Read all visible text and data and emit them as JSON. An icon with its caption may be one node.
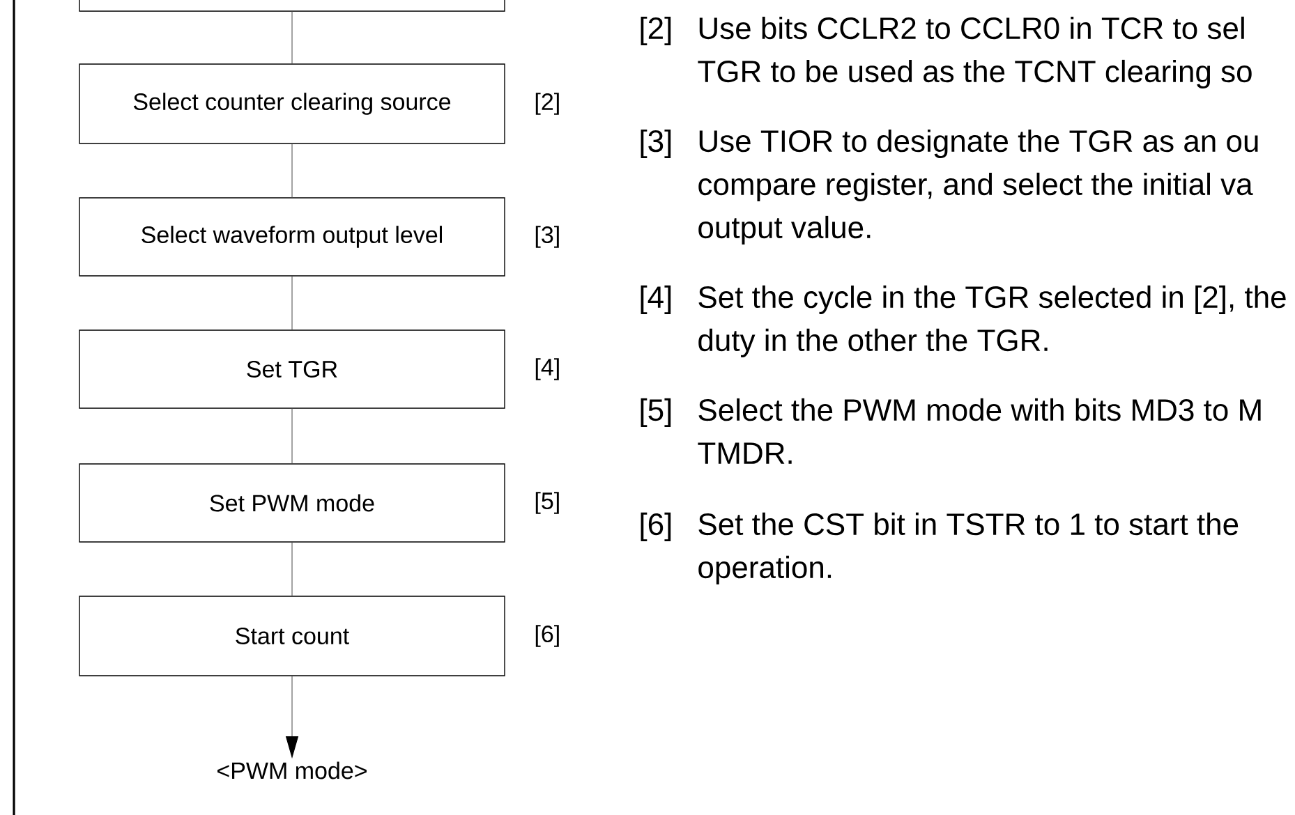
{
  "diagram": {
    "nodes": [
      {
        "text": [],
        "shape": "box"
      },
      {
        "text": [
          "Select counter clearing source"
        ],
        "beside": [
          "[2]"
        ]
      },
      {
        "text": [
          "Select waveform output level"
        ],
        "beside": [
          "[3]"
        ]
      },
      {
        "text": [
          "Set TGR"
        ],
        "beside": [
          "[4]"
        ]
      },
      {
        "text": [
          "Set PWM mode"
        ],
        "beside": [
          "[5]"
        ]
      },
      {
        "text": [
          "Start count"
        ],
        "beside": [
          "[6]"
        ]
      },
      {
        "text": [
          "<PWM mode>"
        ]
      }
    ],
    "edges": [
      {
        "from": 0,
        "to": 1,
        "arrow": "none"
      },
      {
        "from": 1,
        "to": 2,
        "arrow": "none"
      },
      {
        "from": 2,
        "to": 3,
        "arrow": "none"
      },
      {
        "from": 3,
        "to": 4,
        "arrow": "none"
      },
      {
        "from": 4,
        "to": 5,
        "arrow": "none"
      },
      {
        "from": 5,
        "to": 6,
        "arrow": "to"
      }
    ],
    "labels": [
      "[2]",
      "Use bits CCLR2 to CCLR0 in TCR to sel TGR to be used as the TCNT clearing so",
      "[3]",
      "Use TIOR to designate the TGR as an ou compare register, and select the initial va output value.",
      "[4]",
      "Set the cycle in the TGR selected in [2], the duty in the other the TGR.",
      "[5]",
      "Select the PWM mode with bits MD3 to M TMDR.",
      "[6]",
      "Set the CST bit in TSTR to 1 to start the operation."
    ]
  }
}
